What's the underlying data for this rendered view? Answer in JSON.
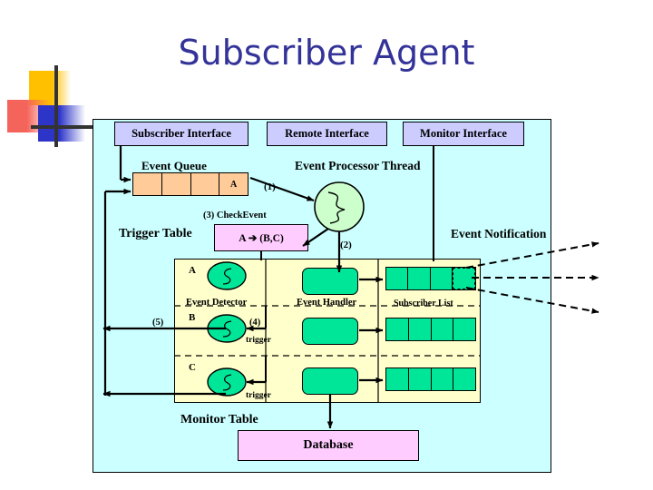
{
  "slide": {
    "title": "Subscriber Agent",
    "title_color": "#333399",
    "background": "#FFFFFF"
  },
  "decoration": {
    "name": "corner-accent",
    "colors": [
      "#FFC000",
      "#F4645A",
      "#2D35C8",
      "#333333"
    ]
  },
  "agent": {
    "fill": "#CCFFFF",
    "border": "#000000",
    "interfaces": [
      {
        "id": "subscriber",
        "label": "Subscriber Interface"
      },
      {
        "id": "remote",
        "label": "Remote Interface"
      },
      {
        "id": "monitor",
        "label": "Monitor Interface"
      }
    ],
    "interface_fill": "#CCCCFF"
  },
  "event_queue": {
    "label": "Event Queue",
    "fill": "#FFCC99",
    "cells": [
      "",
      "",
      "",
      "A"
    ]
  },
  "processor": {
    "label": "Event Processor Thread",
    "fill": "#CCFFCC",
    "symbol": "thread-squiggle"
  },
  "trigger_table": {
    "label": "Trigger Table",
    "rule": "A ➔ (B,C)",
    "fill": "#FFCCFF",
    "annotation": "(3) CheckEvent"
  },
  "monitor_table": {
    "label": "Monitor Table",
    "fill": "#FFFFCC",
    "column_headers": [
      "Event Detector",
      "Event Handler",
      "Subscriber List"
    ],
    "rows": [
      {
        "key": "A",
        "detector_fill": "#00E699",
        "handler_fill": "#00E699",
        "subscribers": [
          "",
          "",
          "",
          ""
        ],
        "selected_index": 3
      },
      {
        "key": "B",
        "detector_fill": "#00E699",
        "handler_fill": "#00E699",
        "subscribers": [
          "",
          "",
          "",
          ""
        ],
        "selected_index": -1
      },
      {
        "key": "C",
        "detector_fill": "#00E699",
        "handler_fill": "#00E699",
        "subscribers": [
          "",
          "",
          "",
          ""
        ],
        "selected_index": -1
      }
    ]
  },
  "database": {
    "label": "Database",
    "fill": "#FFCCFF"
  },
  "flow_labels": {
    "step1": "(1)",
    "step2": "(2)",
    "step3": "(3) CheckEvent",
    "step4": "(4)",
    "step5": "(5)",
    "trigger_b": "trigger",
    "trigger_c": "trigger",
    "notification": "Event Notification"
  }
}
